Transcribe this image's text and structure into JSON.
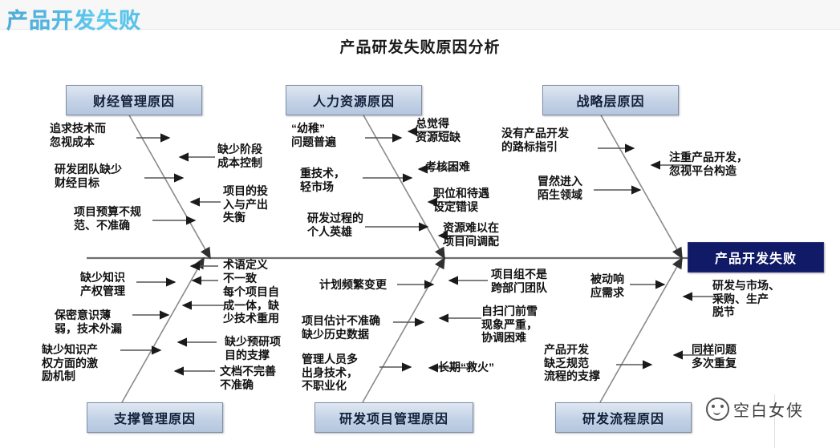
{
  "header": {
    "title": "产品开发失败"
  },
  "chart_data": {
    "type": "diagram",
    "diagram_type": "fishbone-ishikawa",
    "title": "产品研发失败原因分析",
    "effect": "产品开发失败",
    "categories": [
      {
        "id": "finance",
        "label": "财经管理原因",
        "position": "top",
        "causes_left": [
          "追求技术而\n忽视成本",
          "研发团队缺少\n财经目标",
          "项目预算不规\n范、不准确"
        ],
        "causes_right": [
          "缺少阶段\n成本控制",
          "项目的投\n入与产出\n失衡"
        ]
      },
      {
        "id": "hr",
        "label": "人力资源原因",
        "position": "top",
        "causes_left": [
          "“幼稚”\n问题普遍",
          "重技术，\n轻市场",
          "研发过程的\n个人英雄"
        ],
        "causes_right": [
          "总觉得\n资源短缺",
          "考核困难",
          "职位和待遇\n设定错误",
          "资源难以在\n项目间调配"
        ]
      },
      {
        "id": "strategy",
        "label": "战略层原因",
        "position": "top",
        "causes_left": [
          "没有产品开发\n的路标指引",
          "冒然进入\n陌生领域"
        ],
        "causes_right": [
          "注重产品开发，\n忽视平台构造"
        ]
      },
      {
        "id": "support",
        "label": "支撑管理原因",
        "position": "bottom",
        "causes_left": [
          "缺少知识\n产权管理",
          "保密意识薄\n弱，技术外漏",
          "缺少知识产\n权方面的激\n励机制"
        ],
        "causes_right": [
          "术语定义\n不一致",
          "每个项目自\n成一体，缺\n少技术重用",
          "缺少预研项\n目的支撑",
          "文档不完善\n不准确"
        ]
      },
      {
        "id": "rnd_project",
        "label": "研发项目管理原因",
        "position": "bottom",
        "causes_left": [
          "计划频繁变更",
          "项目估计不准确\n缺少历史数据",
          "管理人员多\n出身技术，\n不职业化"
        ],
        "causes_right": [
          "项目组不是\n跨部门团队",
          "自扫门前雪\n现象严重，\n协调困难",
          "长期“救火”"
        ]
      },
      {
        "id": "rnd_process",
        "label": "研发流程原因",
        "position": "bottom",
        "causes_left": [
          "被动响\n应需求",
          "产品开发\n缺乏规范\n流程的支撑"
        ],
        "causes_right": [
          "研发与市场、\n采购、生产\n脱节",
          "同样问题\n多次重复"
        ]
      }
    ]
  },
  "watermark": {
    "text": "空白女侠",
    "icon": "smiley-face-icon"
  }
}
